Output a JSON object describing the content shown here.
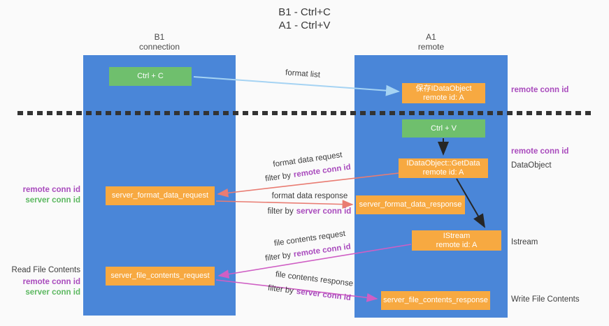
{
  "title": {
    "line1": "B1 - Ctrl+C",
    "line2": "A1 - Ctrl+V"
  },
  "lanes": {
    "left": {
      "header_line1": "B1",
      "header_line2": "connection"
    },
    "right": {
      "header_line1": "A1",
      "header_line2": "remote"
    }
  },
  "boxes": {
    "ctrl_c": "Ctrl + C",
    "save_idataobject_line1": "保存IDataObject",
    "save_idataobject_line2": "remote id: A",
    "ctrl_v": "Ctrl + V",
    "getdata_line1": "IDataObject::GetData",
    "getdata_line2": "remote id: A",
    "format_request": "server_format_data_request",
    "format_response": "server_format_data_response",
    "istream_line1": "IStream",
    "istream_line2": "remote id: A",
    "file_request": "server_file_contents_request",
    "file_response": "server_file_contents_response"
  },
  "arrow_labels": {
    "format_list": "format list",
    "format_data_request": "format data request",
    "format_data_response": "format data response",
    "file_contents_request": "file contents request",
    "file_contents_response": "file contents response",
    "filter_by": "filter by",
    "remote_conn_id": "remote conn id",
    "server_conn_id": "server conn id"
  },
  "left_labels": {
    "remote_conn_id_top": "remote conn id",
    "server_conn_id_top": "server conn id",
    "read_file_contents": "Read File Contents",
    "remote_conn_id_bottom": "remote conn id",
    "server_conn_id_bottom": "server conn id"
  },
  "right_labels": {
    "remote_conn_id_top": "remote conn id",
    "remote_conn_id_mid": "remote conn id",
    "dataobject": "DataObject",
    "istream": "Istream",
    "write_file_contents": "Write File Contents"
  },
  "colors": {
    "lane_blue": "#4a86d8",
    "box_green": "#6fbf6d",
    "box_orange": "#f7a941",
    "purple_text": "#a94bbd",
    "green_text": "#5cb860",
    "arrow_lightblue": "#a5d3f3",
    "arrow_salmon": "#e97c72",
    "arrow_magenta": "#cf5fc4",
    "arrow_black": "#262626"
  }
}
